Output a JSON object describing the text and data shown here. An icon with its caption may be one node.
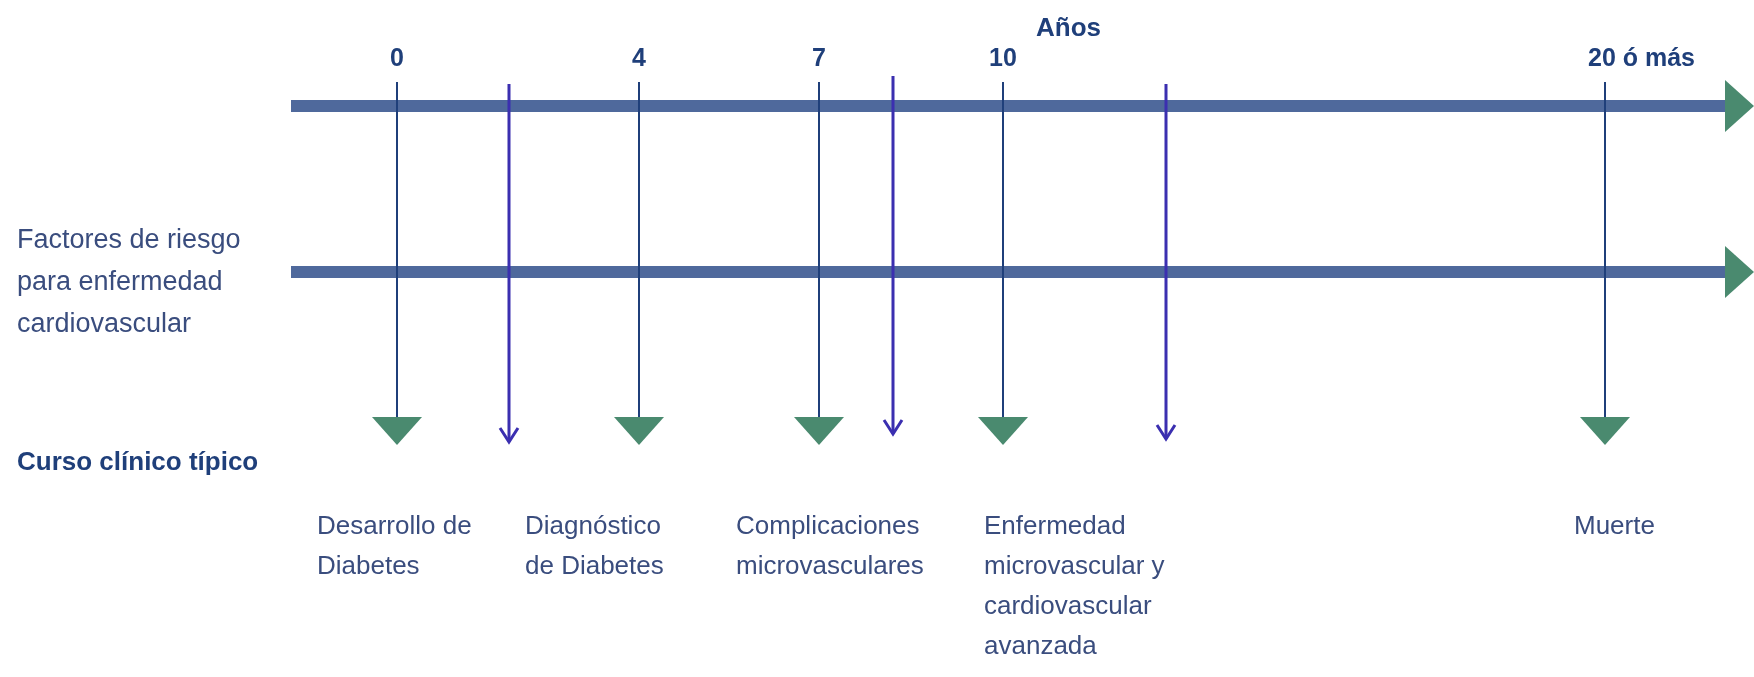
{
  "diagram": {
    "nodes": [
      {
        "text": [
          "0"
        ]
      },
      {
        "text": [
          "4"
        ]
      },
      {
        "text": [
          "7"
        ]
      },
      {
        "text": [
          "10"
        ]
      },
      {
        "text": [
          "20 ó más"
        ]
      },
      {
        "text": [],
        "shape": "triangle",
        "beside": [
          "Desarrollo de Diabetes"
        ]
      },
      {
        "text": [],
        "shape": "triangle",
        "beside": [
          "Diagnóstico de Diabetes"
        ]
      },
      {
        "text": [],
        "shape": "triangle",
        "beside": [
          "Complicaciones microvasculares"
        ]
      },
      {
        "text": [],
        "shape": "triangle",
        "beside": [
          "Enfermedad microvascular y cardiovascular avanzada"
        ]
      },
      {
        "text": [],
        "shape": "triangle",
        "beside": [
          "Muerte"
        ]
      }
    ],
    "edges": [
      {
        "from": 0,
        "to": 5,
        "arrow": "none"
      },
      {
        "from": 1,
        "to": 6,
        "arrow": "none"
      },
      {
        "from": 2,
        "to": 7,
        "arrow": "none"
      },
      {
        "from": 3,
        "to": 8,
        "arrow": "none"
      },
      {
        "from": 4,
        "to": 9,
        "arrow": "none"
      }
    ],
    "labels": [
      "Años",
      "Factores de riesgo para enfermedad cardiovascular",
      "Curso clínico típico"
    ]
  }
}
